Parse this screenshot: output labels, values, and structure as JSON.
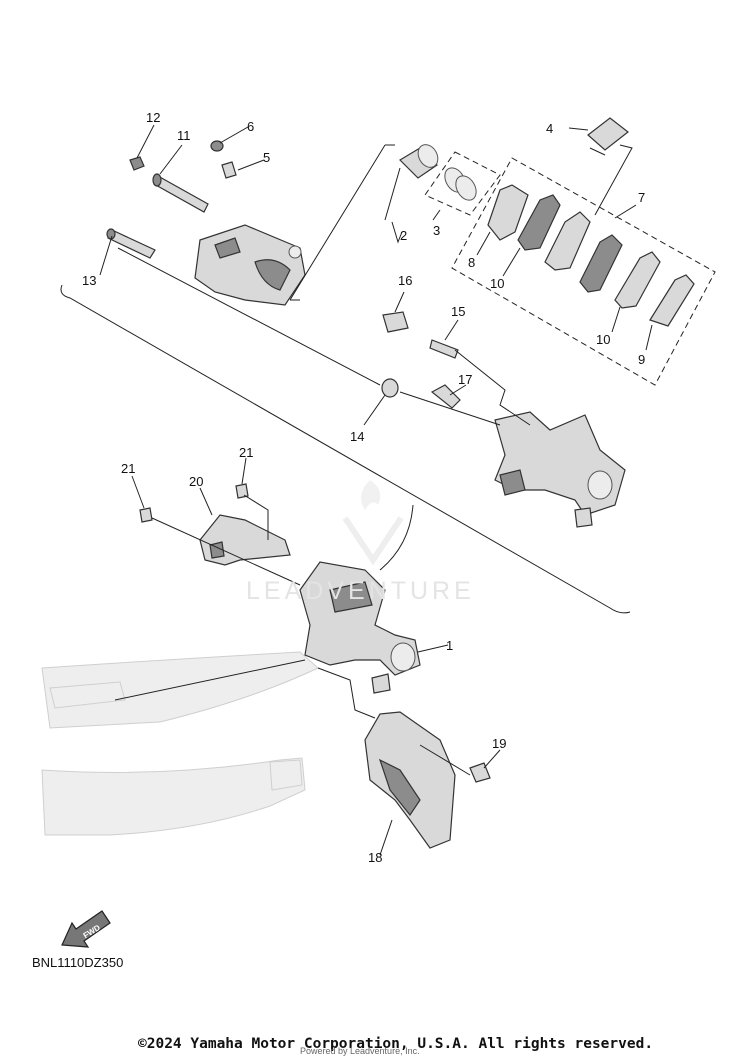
{
  "diagram_code": "BNL1110DZ350",
  "copyright": "©2024 Yamaha Motor Corporation, U.S.A. All rights reserved.",
  "watermark": {
    "text": "LEADVENTURE",
    "subtext": "Powered by Leadventure, Inc."
  },
  "fwd_label": "FWD",
  "callouts": {
    "c1": "1",
    "c2": "2",
    "c3": "3",
    "c4": "4",
    "c5": "5",
    "c6": "6",
    "c7": "7",
    "c8": "8",
    "c9": "9",
    "c10a": "10",
    "c10b": "10",
    "c11": "11",
    "c12": "12",
    "c13": "13",
    "c14": "14",
    "c15": "15",
    "c16": "16",
    "c17": "17",
    "c18": "18",
    "c19": "19",
    "c20": "20",
    "c21a": "21",
    "c21b": "21"
  }
}
